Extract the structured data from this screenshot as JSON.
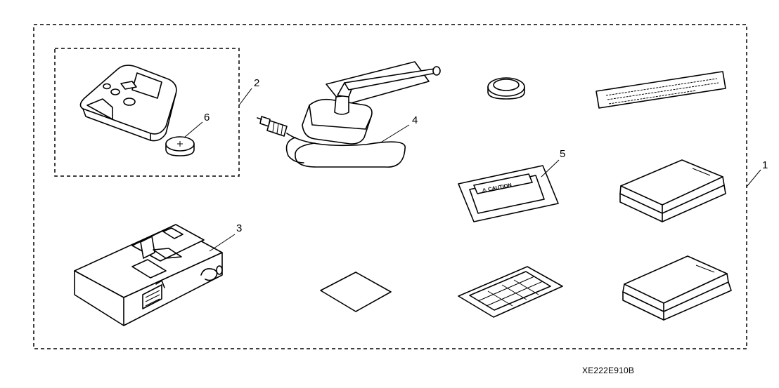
{
  "callouts": {
    "c1": "1",
    "c2": "2",
    "c3": "3",
    "c4": "4",
    "c5": "5",
    "c6": "6"
  },
  "caution_label_text": "⚠ CAUTION",
  "reference_code": "XE222E910B"
}
